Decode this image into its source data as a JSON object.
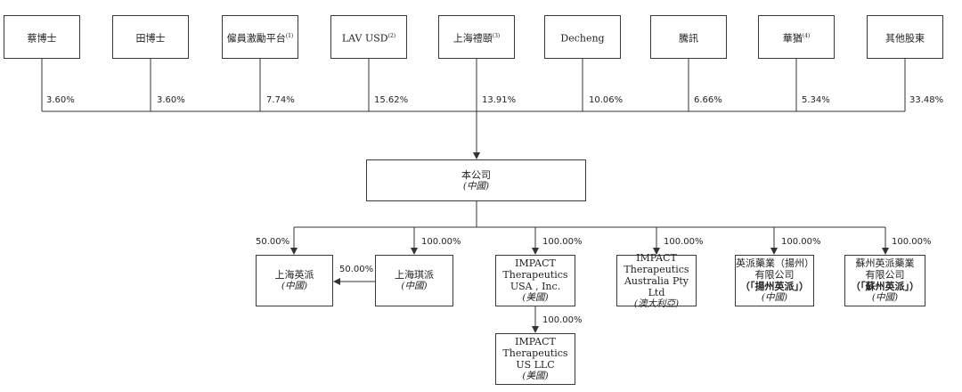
{
  "shareholders": [
    {
      "name": "蔡博士",
      "note": "",
      "pct": "3.60%"
    },
    {
      "name": "田博士",
      "note": "",
      "pct": "3.60%"
    },
    {
      "name": "僱員激勵平台",
      "note": "(1)",
      "pct": "7.74%"
    },
    {
      "name": "LAV USD",
      "note": "(2)",
      "pct": "15.62%"
    },
    {
      "name": "上海禮頤",
      "note": "(3)",
      "pct": "13.91%"
    },
    {
      "name": "Decheng",
      "note": "",
      "pct": "10.06%"
    },
    {
      "name": "騰訊",
      "note": "",
      "pct": "6.66%"
    },
    {
      "name": "華猶",
      "note": "(4)",
      "pct": "5.34%"
    },
    {
      "name": "其他股東",
      "note": "",
      "pct": "33.48%"
    }
  ],
  "company": {
    "name": "本公司",
    "place": "(中國)"
  },
  "subsidiaries": {
    "sh_yingpai": {
      "lines": [
        "上海英派"
      ],
      "place": "(中國)",
      "pct": "50.00%"
    },
    "sh_qipai": {
      "lines": [
        "上海琪派"
      ],
      "place": "(中國)",
      "pct": "100.00%",
      "pct_to_yingpai": "50.00%"
    },
    "impact_usa": {
      "lines": [
        "IMPACT",
        "Therapeutics",
        "USA , Inc."
      ],
      "place": "(美國)",
      "pct": "100.00%"
    },
    "impact_aus": {
      "lines": [
        "IMPACT",
        "Therapeutics",
        "Australia Pty Ltd"
      ],
      "place": "(澳大利亞)",
      "pct": "100.00%"
    },
    "yz_yingpai": {
      "lines": [
        "英派藥業（揚州）",
        "有限公司"
      ],
      "short": "（「揚州英派」）",
      "place": "(中國)",
      "pct": "100.00%"
    },
    "sz_yingpai": {
      "lines": [
        "蘇州英派藥業",
        "有限公司"
      ],
      "short": "（「蘇州英派」）",
      "place": "(中國)",
      "pct": "100.00%"
    },
    "impact_us_llc": {
      "lines": [
        "IMPACT",
        "Therapeutics",
        "US LLC"
      ],
      "place": "(美國)",
      "pct": "100.00%"
    }
  }
}
